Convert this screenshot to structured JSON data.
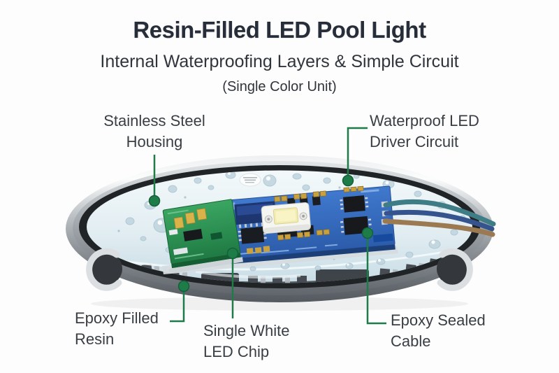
{
  "header": {
    "title": "Resin-Filled LED Pool Light",
    "subtitle": "Internal Waterproofing Layers & Simple Circuit",
    "unit": "(Single Color Unit)"
  },
  "callouts": {
    "stainless_housing": {
      "line1": "Stainless Steel",
      "line2": "Housing"
    },
    "led_driver": {
      "line1": "Waterproof LED",
      "line2": "Driver Circuit"
    },
    "epoxy_resin": {
      "line1": "Epoxy Filled",
      "line2": "Resin"
    },
    "led_chip": {
      "line1": "Single White",
      "line2": "LED Chip"
    },
    "sealed_cable": {
      "line1": "Epoxy Sealed",
      "line2": "Cable"
    }
  },
  "colors": {
    "accent_green": "#1d7c48",
    "title_text": "#272e3a",
    "label_text": "#393e44",
    "steel_rim": "#b8bdc1",
    "inner_ring": "#202427",
    "resin_fill": "#e4eff4",
    "housing_gray": "#858c92",
    "pcb_green": "#2d9154",
    "pcb_blue": "#3a72c8",
    "led_module_yellow": "#f1ecb6",
    "wire_teal": "#3e7d85",
    "wire_navy": "#35548e",
    "wire_brown": "#9b7a52"
  }
}
